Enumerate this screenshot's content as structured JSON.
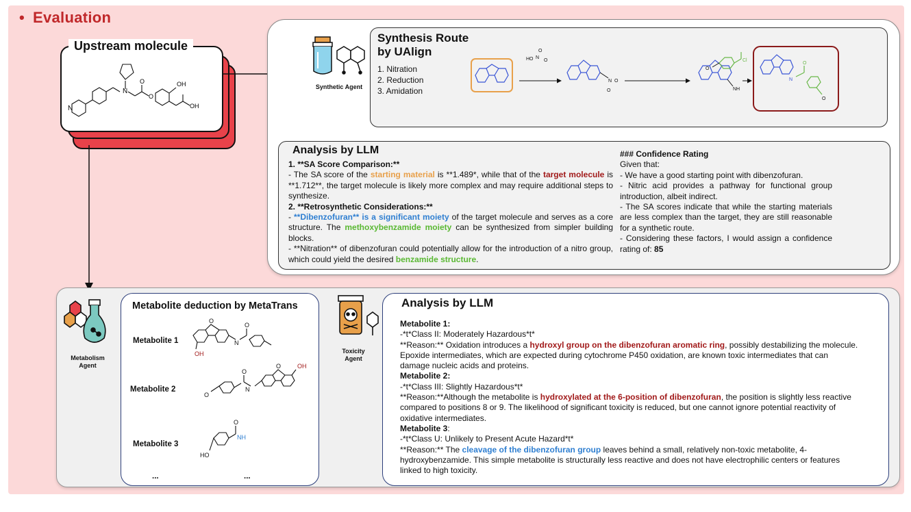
{
  "header": {
    "bullet": "•",
    "title": "Evaluation"
  },
  "upstream": {
    "label": "Upstream molecule",
    "atom_oh": "OH",
    "atom_n": "N",
    "atom_n_ring": "N",
    "atom_o1": "O",
    "atom_o2": "O",
    "atom_oh2": "OH"
  },
  "synthetic_agent": {
    "label": "Synthetic Agent"
  },
  "synthesis_route": {
    "title_line1": "Synthesis Route",
    "title_line2": "by UAlign",
    "steps": [
      "1.  Nitration",
      "2.  Reduction",
      "3.  Amidation"
    ],
    "reagent_ho": "HO",
    "reagent_n": "N",
    "reagent_o": "O",
    "nh2": "NH",
    "cl": "Cl"
  },
  "analysis1": {
    "heading": "Analysis by LLM",
    "sa_heading": "1. **SA Score Comparison:**",
    "sa_p1_a": "- The SA score of the ",
    "sa_starting": "starting material",
    "sa_p1_b": " is **1.489*, while that of the ",
    "sa_target": "target molecule",
    "sa_p1_c": " is **1.712**, the target molecule is likely more complex and may require additional steps to synthesize.",
    "retro_heading": "2. **Retrosynthetic Considerations:**",
    "retro_a": "- ",
    "retro_dibenzo": "**Dibenzofuran** is a significant moiety",
    "retro_b": " of the target molecule and serves as a core structure. The ",
    "retro_methoxy": "methoxybenzamide moiety",
    "retro_c": " can be synthesized from simpler building blocks.",
    "nitration_a": "- **Nitration** of dibenzofuran could potentially allow for the introduction of a nitro group, which could yield the desired ",
    "nitration_benzamide": "benzamide structure",
    "nitration_end": ".",
    "conf_heading": "### Confidence Rating",
    "conf_given": "Given that:",
    "conf_l1": "- We have a good starting point with dibenzofuran.",
    "conf_l2": "- Nitric acid provides a pathway for functional group introduction, albeit indirect.",
    "conf_l3": "- The SA scores indicate that while the starting materials are less complex than the target, they are still reasonable for a synthetic route.",
    "conf_l4": "- Considering these factors, I would assign a confidence rating of: ",
    "conf_value": "85"
  },
  "metabolism_agent": {
    "label_line1": "Metabolism",
    "label_line2": "Agent"
  },
  "metatrans": {
    "heading": "Metabolite deduction by MetaTrans",
    "labels": [
      "Metabolite 1",
      "Metabolite 2",
      "Metabolite 3"
    ],
    "ellipsis": "...",
    "atom_oh": "OH",
    "atom_nh2": "NH",
    "atom_ho": "HO",
    "atom_o": "O",
    "atom_n": "N"
  },
  "toxicity_agent": {
    "label_line1": "Toxicity",
    "label_line2": "Agent"
  },
  "analysis2": {
    "heading": "Analysis by LLM",
    "m1_title": "Metabolite 1:",
    "m1_class": "-*t*Class II: Moderately Hazardous*t*",
    "m1_reason_a": "**Reason:** Oxidation introduces a ",
    "m1_reason_hl": "hydroxyl group on the dibenzofuran aromatic ring",
    "m1_reason_b": ", possibly destabilizing the molecule. Epoxide intermediates, which are expected during cytochrome P450 oxidation, are known toxic intermediates that can damage nucleic acids and proteins.",
    "m2_title": "Metabolite 2:",
    "m2_class": "-*t*Class III: Slightly Hazardous*t*",
    "m2_reason_a": "**Reason:**Although the metabolite is ",
    "m2_reason_hl": "hydroxylated at the 6-position of dibenzofuran",
    "m2_reason_b": ", the position is slightly less reactive compared to positions 8 or 9. The likelihood of significant toxicity is reduced, but one cannot ignore potential reactivity of oxidative intermediates.",
    "m3_title": "Metabolite 3",
    "m3_colon": ":",
    "m3_class": "-*t*Class U: Unlikely to Present Acute Hazard*t*",
    "m3_reason_a": "**Reason:** The ",
    "m3_reason_hl": "cleavage of the dibenzofuran group",
    "m3_reason_b": " leaves behind a small, relatively non-toxic metabolite, 4-hydroxybenzamide. This simple metabolite is structurally less reactive and does not have electrophilic centers or features linked to high toxicity."
  },
  "colors": {
    "title_red": "#c0282a",
    "bg_pink": "#fcd9d9",
    "card_red": "#e8424a",
    "orange": "#e8a04a",
    "dark_red": "#a11a1a",
    "blue": "#2f7fd1",
    "green": "#5ab833",
    "molecule_blue": "#3a55d6",
    "molecule_green": "#6ab84a"
  }
}
